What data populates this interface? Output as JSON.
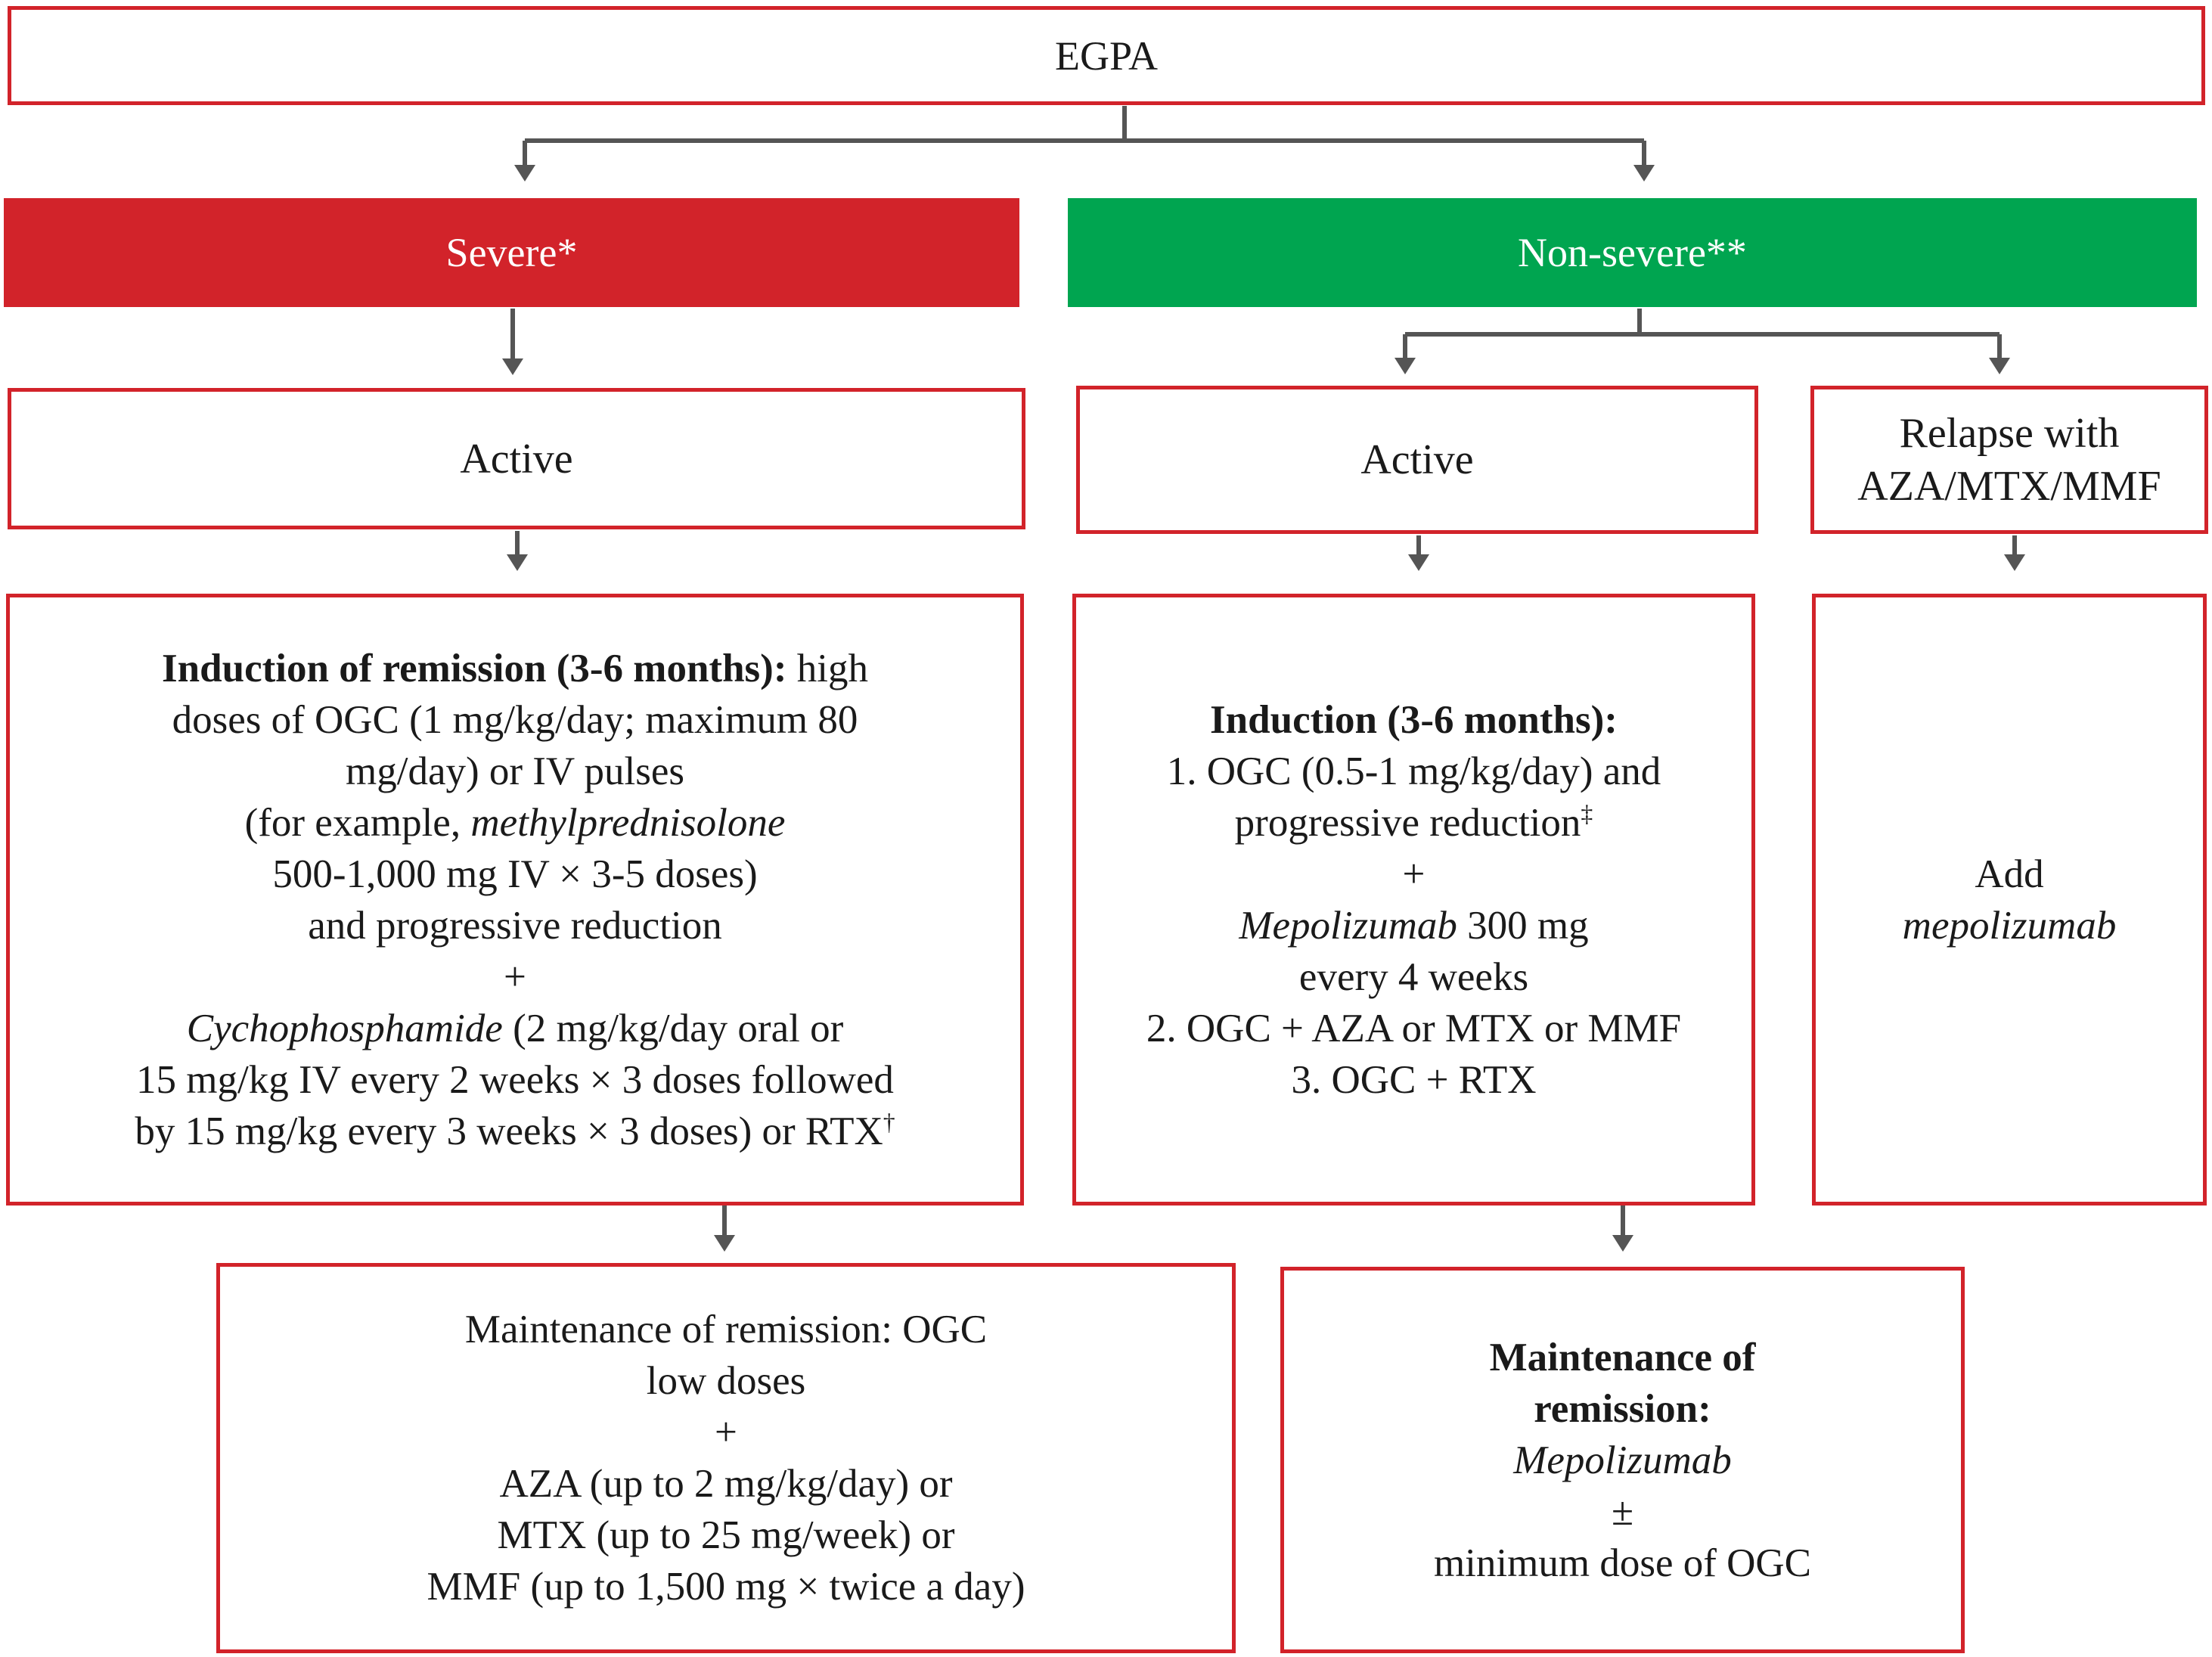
{
  "colors": {
    "severe": "#d2232a",
    "non_severe": "#00a550",
    "border": "#d2232a",
    "connector": "#555555"
  },
  "root": {
    "label": "EGPA"
  },
  "severe": {
    "label": "Severe*",
    "active": "Active",
    "induction": {
      "title": "Induction of remission (3-6 months):",
      "l1_rest": " high",
      "l2": "doses of OGC (1 mg/kg/day; maximum 80",
      "l3": "mg/day) or IV pulses",
      "l4_pre": "(for example, ",
      "l4_drug": "methylprednisolone",
      "l5": "500-1,000 mg IV × 3-5 doses)",
      "l6": "and progressive reduction",
      "plus": "+",
      "l8_drug": "Cychophosphamide",
      "l8_rest": " (2 mg/kg/day oral or",
      "l9": "15 mg/kg IV every 2 weeks × 3 doses followed",
      "l10": "by 15 mg/kg every 3 weeks × 3 doses) or RTX",
      "l10_sup": "†"
    },
    "maintenance": {
      "l1": "Maintenance of remission: OGC",
      "l2": "low doses",
      "plus": "+",
      "l4": "AZA (up to 2 mg/kg/day) or",
      "l5": "MTX (up to 25 mg/week) or",
      "l6": "MMF (up to 1,500 mg × twice a day)"
    }
  },
  "non_severe": {
    "label": "Non-severe**",
    "active": "Active",
    "induction": {
      "title": "Induction (3-6 months):",
      "l2": "1. OGC (0.5-1 mg/kg/day) and",
      "l3": "progressive reduction",
      "l3_sup": "‡",
      "plus": "+",
      "l5_drug": "Mepolizumab",
      "l5_rest": " 300 mg",
      "l6": "every 4 weeks",
      "l7": "2. OGC + AZA or MTX or MMF",
      "l8": "3. OGC + RTX"
    },
    "maintenance": {
      "title1": "Maintenance of",
      "title2": "remission:",
      "drug": "Mepolizumab",
      "pm": "±",
      "l5": "minimum dose of OGC"
    },
    "relapse": {
      "l1": "Relapse with",
      "l2": "AZA/MTX/MMF",
      "add": "Add",
      "drug": "mepolizumab"
    }
  }
}
